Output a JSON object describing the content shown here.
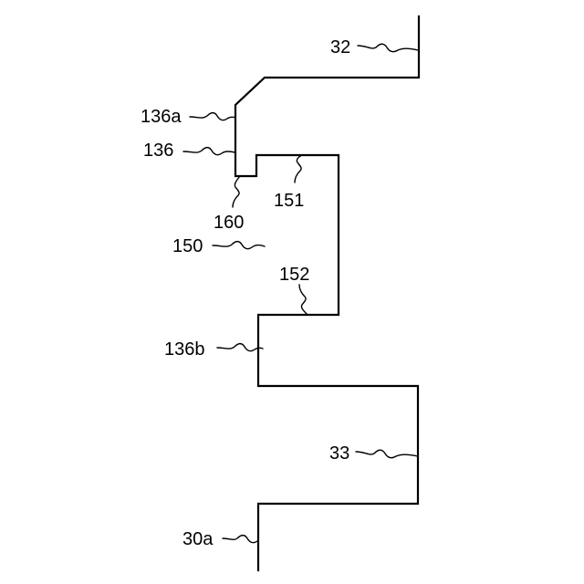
{
  "labels": {
    "ref_32": "32",
    "ref_136a": "136a",
    "ref_136": "136",
    "ref_151": "151",
    "ref_160": "160",
    "ref_150": "150",
    "ref_152": "152",
    "ref_136b": "136b",
    "ref_33": "33",
    "ref_30a": "30a"
  },
  "colors": {
    "line": "#000000",
    "background": "#ffffff"
  }
}
